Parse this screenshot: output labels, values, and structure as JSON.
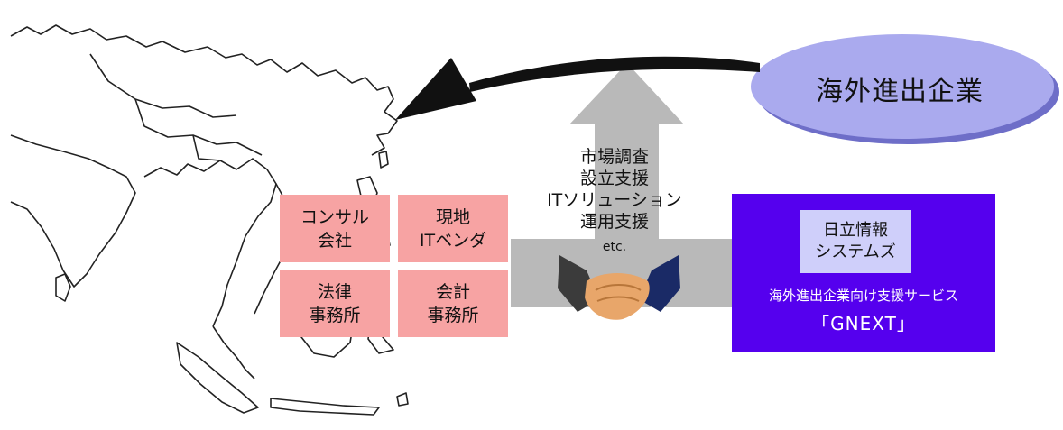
{
  "colors": {
    "pink_box": "#f7a3a3",
    "purple_panel": "#5500ee",
    "company_box": "#cfcffa",
    "gray_arrow": "#b9b9b9",
    "oval_fill": "#aaaaee"
  },
  "oval": {
    "label": "海外進出企業"
  },
  "services": {
    "lines": [
      "市場調査",
      "設立支援",
      "ITソリューション",
      "運用支援"
    ],
    "etc": "etc."
  },
  "partners": [
    {
      "line1": "コンサル",
      "line2": "会社"
    },
    {
      "line1": "現地",
      "line2": "ITベンダ"
    },
    {
      "line1": "法律",
      "line2": "事務所"
    },
    {
      "line1": "会計",
      "line2": "事務所"
    }
  ],
  "hitachi": {
    "line1": "日立情報",
    "line2": "システムズ",
    "service_desc": "海外進出企業向け支援サービス",
    "service_name": "「GNEXT」"
  }
}
